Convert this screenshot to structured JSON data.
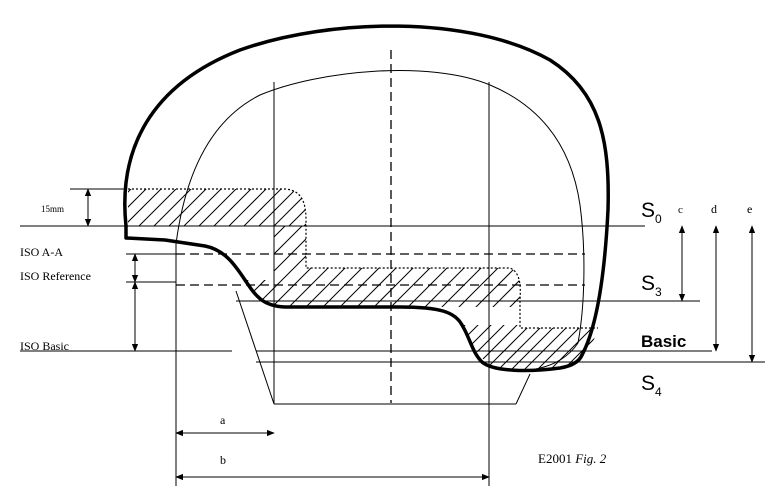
{
  "labels": {
    "dim_15mm": "15mm",
    "iso_aa": "ISO A-A",
    "iso_reference": "ISO Reference",
    "iso_basic": "ISO Basic",
    "s0_letter": "S",
    "s0_sub": "0",
    "s3_letter": "S",
    "s3_sub": "3",
    "s4_letter": "S",
    "s4_sub": "4",
    "basic": "Basic",
    "dim_c": "c",
    "dim_d": "d",
    "dim_e": "e",
    "dim_a": "a",
    "dim_b": "b",
    "caption_code": "E2001",
    "caption_fig": "Fig. 2"
  }
}
